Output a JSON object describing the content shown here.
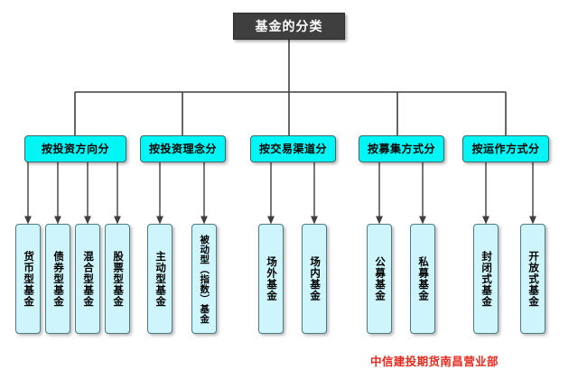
{
  "diagram": {
    "type": "organization-tree",
    "root": {
      "label": "基金的分类",
      "fill": "#3f3f3f",
      "text_color": "#ffffff"
    },
    "category_style": {
      "fill": "#00f5f5",
      "text_color": "#000000"
    },
    "leaf_style": {
      "fill": "#cdf5fb",
      "text_color": "#000000",
      "orientation": "vertical"
    },
    "connector_color": "#3f3f3f",
    "categories": [
      {
        "label": "按投资方向分",
        "children": [
          {
            "label": "货币型基金"
          },
          {
            "label": "债券型基金"
          },
          {
            "label": "混合型基金"
          },
          {
            "label": "股票型基金"
          }
        ]
      },
      {
        "label": "按投资理念分",
        "children": [
          {
            "label": "主动型基金"
          },
          {
            "label": "被动型（指数）基金"
          }
        ]
      },
      {
        "label": "按交易渠道分",
        "children": [
          {
            "label": "场外基金"
          },
          {
            "label": "场内基金"
          }
        ]
      },
      {
        "label": "按募集方式分",
        "children": [
          {
            "label": "公募基金"
          },
          {
            "label": "私募基金"
          }
        ]
      },
      {
        "label": "按运作方式分",
        "children": [
          {
            "label": "封闭式基金"
          },
          {
            "label": "开放式基金"
          }
        ]
      }
    ]
  },
  "footer": {
    "note": "中信建投期货南昌营业部",
    "color": "#e8291e"
  }
}
